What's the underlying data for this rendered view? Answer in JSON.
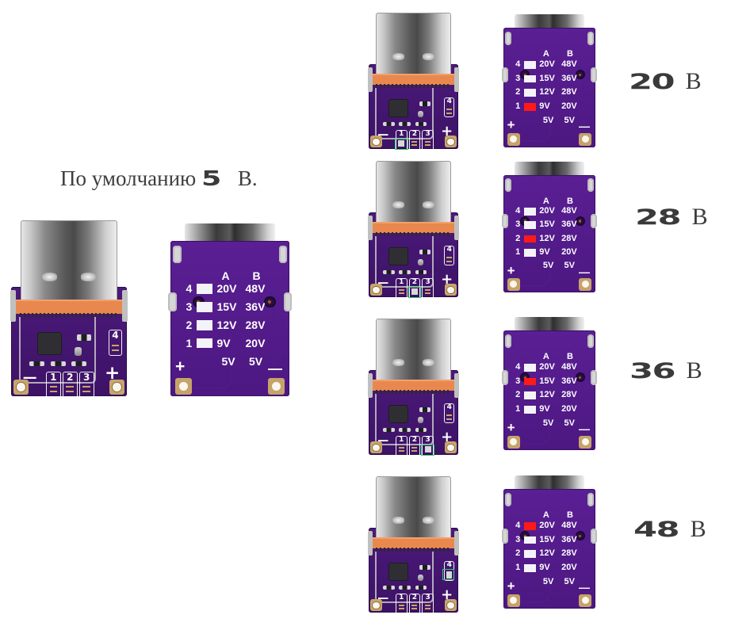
{
  "default_caption": {
    "prefix": "По умолчанию",
    "value": "5",
    "unit": "В."
  },
  "board_labels": {
    "col_a": "A",
    "col_b": "B",
    "plus": "+",
    "minus": "—",
    "rows": [
      {
        "index": "4",
        "a": "20V",
        "b": "48V"
      },
      {
        "index": "3",
        "a": "15V",
        "b": "36V"
      },
      {
        "index": "2",
        "a": "12V",
        "b": "28V"
      },
      {
        "index": "1",
        "a": "9V",
        "b": "20V"
      }
    ],
    "base": {
      "a": "5V",
      "b": "5V"
    },
    "jumpers": [
      "1",
      "2",
      "3"
    ],
    "jumper_side": "4"
  },
  "colors": {
    "pcb": "#4d1882",
    "active_pad": "#ff1a1a",
    "highlight": "#2fd16b",
    "caption": "#3e3e3e"
  },
  "configurations": [
    {
      "voltage": "20",
      "unit": "В",
      "active_row": "1",
      "bridged_jumper": "1"
    },
    {
      "voltage": "28",
      "unit": "В",
      "active_row": "2",
      "bridged_jumper": "2"
    },
    {
      "voltage": "36",
      "unit": "В",
      "active_row": "3",
      "bridged_jumper": "3"
    },
    {
      "voltage": "48",
      "unit": "В",
      "active_row": "4",
      "bridged_jumper": "4"
    }
  ]
}
